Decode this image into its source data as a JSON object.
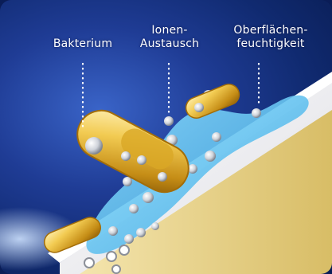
{
  "labels": {
    "bacterium": "Bakterium",
    "ion_exchange": [
      "Ionen-",
      "Austausch"
    ],
    "surface_moisture": [
      "Oberflächen-",
      "feuchtigkeit"
    ]
  },
  "colors": {
    "background": "#1f3c95",
    "moisture": "#5ec6f0",
    "bacterium": "#e1b23a",
    "surface": "#f4f2ea",
    "substrate": "#e4cf86"
  }
}
